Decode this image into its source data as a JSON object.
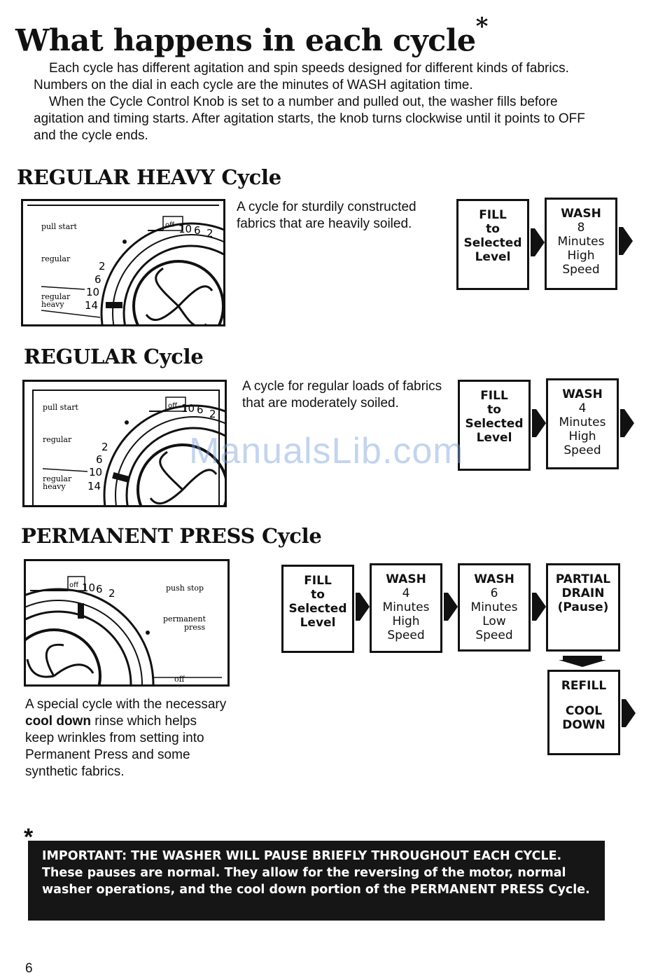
{
  "page": {
    "title": "What happens in each cycle",
    "title_mark": "*",
    "intro_p1": "Each cycle has different agitation and spin speeds designed for different kinds of fabrics. Numbers on the dial in each cycle are the minutes of WASH agitation time.",
    "intro_p2": "When the Cycle Control Knob is set to a number and pulled out, the washer fills before agitation and timing starts. After agitation starts, the knob turns clockwise until it points to OFF and the cycle ends.",
    "page_number": "6",
    "watermark": "ManualsLib.com"
  },
  "dial_labels": {
    "pull_start": "pull start",
    "push_stop": "push stop",
    "regular": "regular",
    "regular_heavy_1": "regular",
    "regular_heavy_2": "heavy",
    "permanent_1": "permanent",
    "permanent_2": "press",
    "off": "off",
    "n10": "10",
    "n6": "6",
    "n2": "2",
    "n14": "14"
  },
  "sections": {
    "regular_heavy": {
      "heading": "REGULAR HEAVY Cycle",
      "description": "A cycle for sturdily constructed fabrics that are heavily soiled.",
      "steps": [
        {
          "line1": "FILL",
          "line2": "to",
          "line3": "Selected",
          "line4": "Level"
        },
        {
          "line1": "WASH",
          "line2": "8",
          "line3": "Minutes",
          "line4": "High",
          "line5": "Speed"
        }
      ]
    },
    "regular": {
      "heading": "REGULAR Cycle",
      "description": "A cycle for regular loads of fabrics that are moderately soiled.",
      "steps": [
        {
          "line1": "FILL",
          "line2": "to",
          "line3": "Selected",
          "line4": "Level"
        },
        {
          "line1": "WASH",
          "line2": "4",
          "line3": "Minutes",
          "line4": "High",
          "line5": "Speed"
        }
      ]
    },
    "permanent_press": {
      "heading": "PERMANENT PRESS Cycle",
      "description_a": "A special cycle with the necessary ",
      "description_bold": "cool down",
      "description_b": " rinse which helps keep wrinkles from setting into Permanent Press and some synthetic fabrics.",
      "steps": [
        {
          "line1": "FILL",
          "line2": "to",
          "line3": "Selected",
          "line4": "Level"
        },
        {
          "line1": "WASH",
          "line2": "4",
          "line3": "Minutes",
          "line4": "High",
          "line5": "Speed"
        },
        {
          "line1": "WASH",
          "line2": "6",
          "line3": "Minutes",
          "line4": "Low",
          "line5": "Speed"
        },
        {
          "line1": "PARTIAL",
          "line2": "DRAIN",
          "line3": "(Pause)"
        },
        {
          "line1": "REFILL",
          "line2": "COOL",
          "line3": "DOWN"
        }
      ]
    }
  },
  "important": {
    "mark": "*",
    "lead": "IMPORTANT: THE WASHER WILL PAUSE BRIEFLY THROUGHOUT EACH CYCLE.",
    "body": "These pauses are normal. They allow for the reversing of the motor, normal washer operations, and the cool down portion of the PERMANENT PRESS Cycle."
  }
}
